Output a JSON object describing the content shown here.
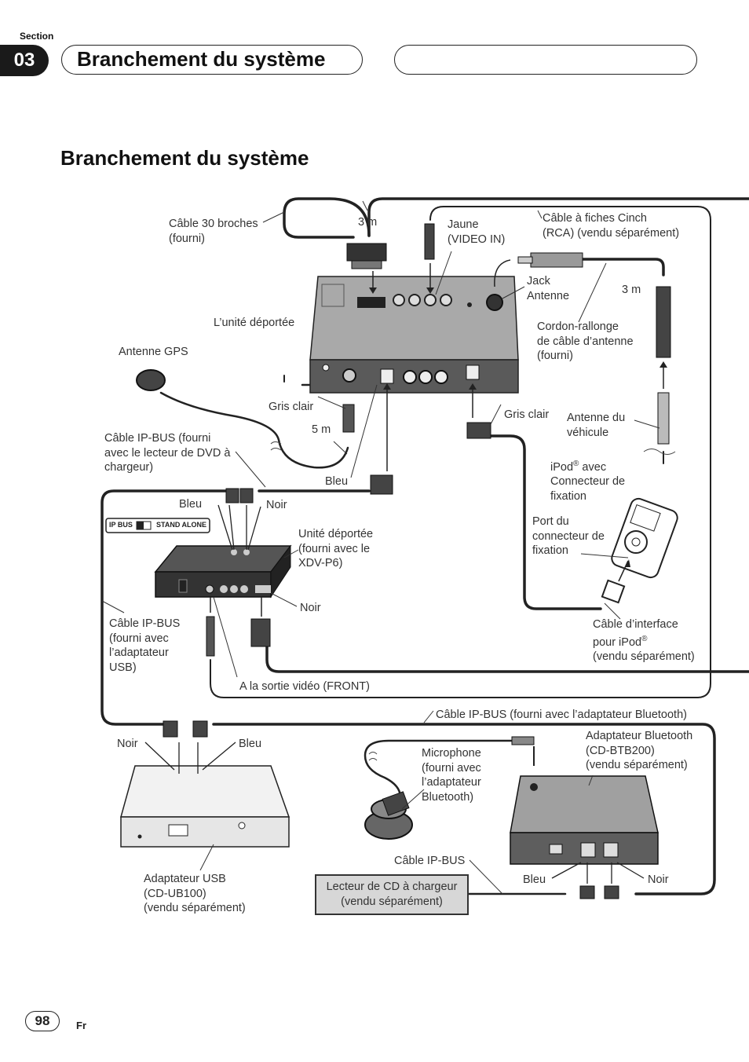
{
  "header": {
    "section_label": "Section",
    "section_number": "03",
    "title": "Branchement du système"
  },
  "main_title": "Branchement du système",
  "labels": {
    "cable30": "Câble 30 broches\n(fourni)",
    "m3_top": "3 m",
    "jaune": "Jaune\n(VIDEO IN)",
    "cinch": "Câble à fiches Cinch\n(RCA) (vendu séparément)",
    "jack": "Jack\nAntenne",
    "m3_right": "3 m",
    "unite_deportee": "L’unité déportée",
    "rallonge": "Cordon-rallonge\nde câble d’antenne\n(fourni)",
    "antenne_gps": "Antenne GPS",
    "gris_clair_left": "Gris clair",
    "gris_clair_right": "Gris clair",
    "antenne_vehicule": "Antenne du\nvéhicule",
    "m5": "5 m",
    "ipbus_dvd": "Câble IP-BUS (fourni\navec le lecteur de DVD à\nchargeur)",
    "ipod_line1": "iPod",
    "ipod_reg": "®",
    "ipod_line1_rest": " avec",
    "ipod_rest": "Connecteur de\nfixation",
    "bleu_mid": "Bleu",
    "bleu_left": "Bleu",
    "noir_top": "Noir",
    "switch_ipbus": "IP BUS",
    "switch_standalone": "STAND ALONE",
    "unite_deportee_xdv": "Unité déportée\n(fourni avec le\nXDV-P6)",
    "port_connecteur": "Port du\nconnecteur de\nfixation",
    "noir_mid": "Noir",
    "ipbus_usb": "Câble IP-BUS\n(fourni avec\nl’adaptateur\nUSB)",
    "interface_line1": "Câble d’interface",
    "interface_line2": "pour iPod",
    "interface_reg": "®",
    "interface_line3": "(vendu séparément)",
    "sortie_video": "A la sortie vidéo (FRONT)",
    "ipbus_bt": "Câble IP-BUS (fourni avec l’adaptateur Bluetooth)",
    "noir_bottom_left": "Noir",
    "bleu_bottom_left": "Bleu",
    "adaptateur_bt": "Adaptateur Bluetooth\n(CD-BTB200)\n(vendu séparément)",
    "microphone": "Microphone\n(fourni avec\nl’adaptateur\nBluetooth)",
    "cable_ipbus": "Câble IP-BUS",
    "adaptateur_usb": "Adaptateur USB\n(CD-UB100)\n(vendu séparément)",
    "cd_changer": "Lecteur de CD à chargeur\n(vendu séparément)",
    "bleu_bottom_right": "Bleu",
    "noir_bottom_right": "Noir"
  },
  "footer": {
    "page": "98",
    "lang": "Fr"
  },
  "colors": {
    "ink": "#222222",
    "section_bg": "#1a1a1a",
    "device_dark": "#3a3a3a",
    "device_mid": "#8a8a8a",
    "device_light": "#c8c8c8",
    "box_fill": "#d7d7d7"
  }
}
